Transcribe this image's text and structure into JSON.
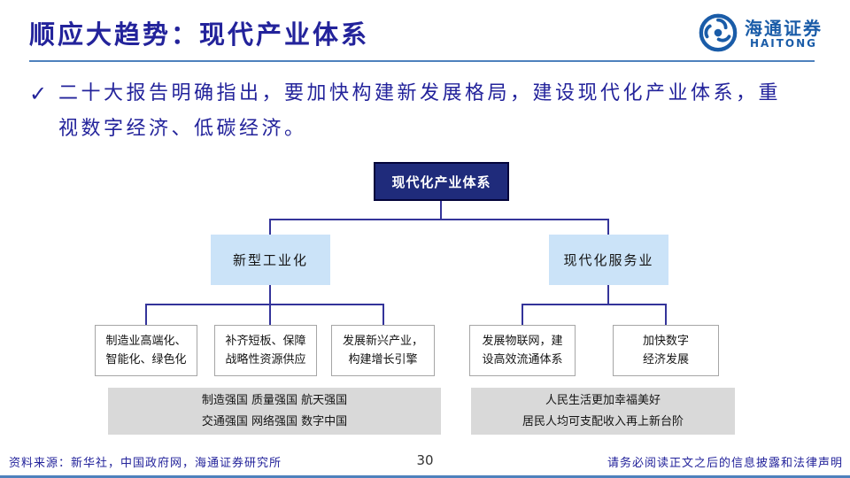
{
  "header": {
    "title": "顺应大趋势：现代产业体系",
    "logo": {
      "cn": "海通证券",
      "en": "HAITONG"
    }
  },
  "bullet": {
    "marker": "✓",
    "line1": "二十大报告明确指出，要加快构建新发展格局，建设现代化产业体系，重",
    "line2": "视数字经济、低碳经济。"
  },
  "diagram": {
    "root": "现代化产业体系",
    "branches": [
      {
        "label": "新型工业化",
        "children": [
          {
            "lines": [
              "制造业高端化、",
              "智能化、绿色化"
            ]
          },
          {
            "lines": [
              "补齐短板、保障",
              "战略性资源供应"
            ]
          },
          {
            "lines": [
              "发展新兴产业，",
              "构建增长引擎"
            ]
          }
        ],
        "summary_lines": [
          "制造强国 质量强国 航天强国",
          "交通强国 网络强国 数字中国"
        ]
      },
      {
        "label": "现代化服务业",
        "children": [
          {
            "lines": [
              "发展物联网，建",
              "设高效流通体系"
            ]
          },
          {
            "lines": [
              "加快数字",
              "经济发展"
            ]
          }
        ],
        "summary_lines": [
          "人民生活更加幸福美好",
          "居民人均可支配收入再上新台阶"
        ]
      }
    ]
  },
  "footer": {
    "source": "资料来源：新华社，中国政府网，海通证券研究所",
    "page": "30",
    "disclaimer": "请务必阅读正文之后的信息披露和法律声明"
  },
  "colors": {
    "title_navy": "#23239B",
    "root_box_navy": "#1F2B7B",
    "light_blue_box": "#CBE3F8",
    "gray_box": "#D9D9D9",
    "connector_navy": "#34349A",
    "rule_blue": "#4E81BD",
    "logo_blue": "#1A5CA8"
  }
}
